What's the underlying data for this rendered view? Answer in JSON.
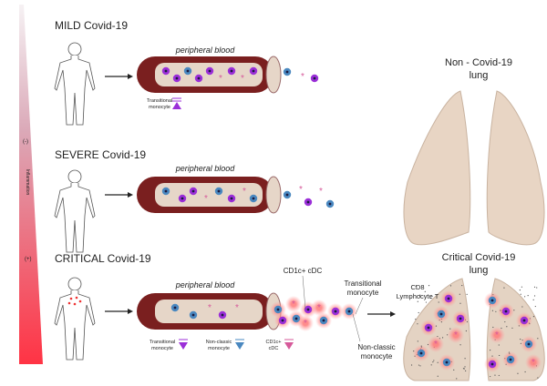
{
  "scale": {
    "minus": "(-)",
    "label": "Inflammation",
    "plus": "(+)"
  },
  "rows": [
    {
      "title": "MILD  Covid-19",
      "tube_label": "peripheral blood"
    },
    {
      "title": "SEVERE  Covid-19",
      "tube_label": "peripheral blood"
    },
    {
      "title": "CRITICAL  Covid-19",
      "tube_label": "peripheral blood"
    }
  ],
  "legend_mild": {
    "line1": "Transitional",
    "line2": "monocyte"
  },
  "legend_critical": [
    {
      "line1": "Transitional",
      "line2": "monocyte",
      "color": "#9b2fd8"
    },
    {
      "line1": "Non-classic",
      "line2": "monocyte",
      "color": "#4a88c0"
    },
    {
      "line1": "CD1c+",
      "line2": "cDC",
      "color": "#d65a9a"
    }
  ],
  "lungs": {
    "healthy_title_1": "Non - Covid-19",
    "healthy_title_2": "lung",
    "critical_title_1": "Critical Covid-19",
    "critical_title_2": "lung"
  },
  "annotations": {
    "cd1c": "CD1c+ cDC",
    "trans_1": "Transitional",
    "trans_2": "monocyte",
    "nonclassic_1": "Non-classic",
    "nonclassic_2": "monocyte",
    "cd8_1": "CD8",
    "cd8_2": "Lymphocyte T"
  },
  "colors": {
    "transitional": "#9b2fd8",
    "nonclassic": "#4a88c0",
    "cdc": "#d65a9a",
    "tube": "#7a1f1f",
    "lung": "#e8d5c4",
    "gradient_top": "#f4eef2",
    "gradient_bottom": "#ff3344"
  }
}
